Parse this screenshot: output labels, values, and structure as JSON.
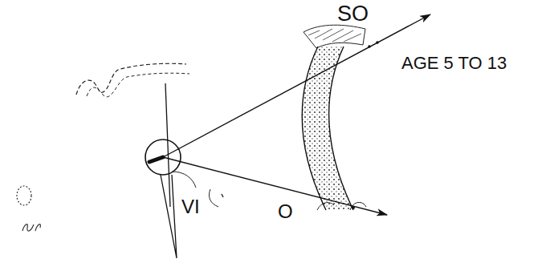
{
  "diagram": {
    "labels": [
      "SO",
      "AGE 5 TO 13",
      "VI",
      "O"
    ]
  }
}
